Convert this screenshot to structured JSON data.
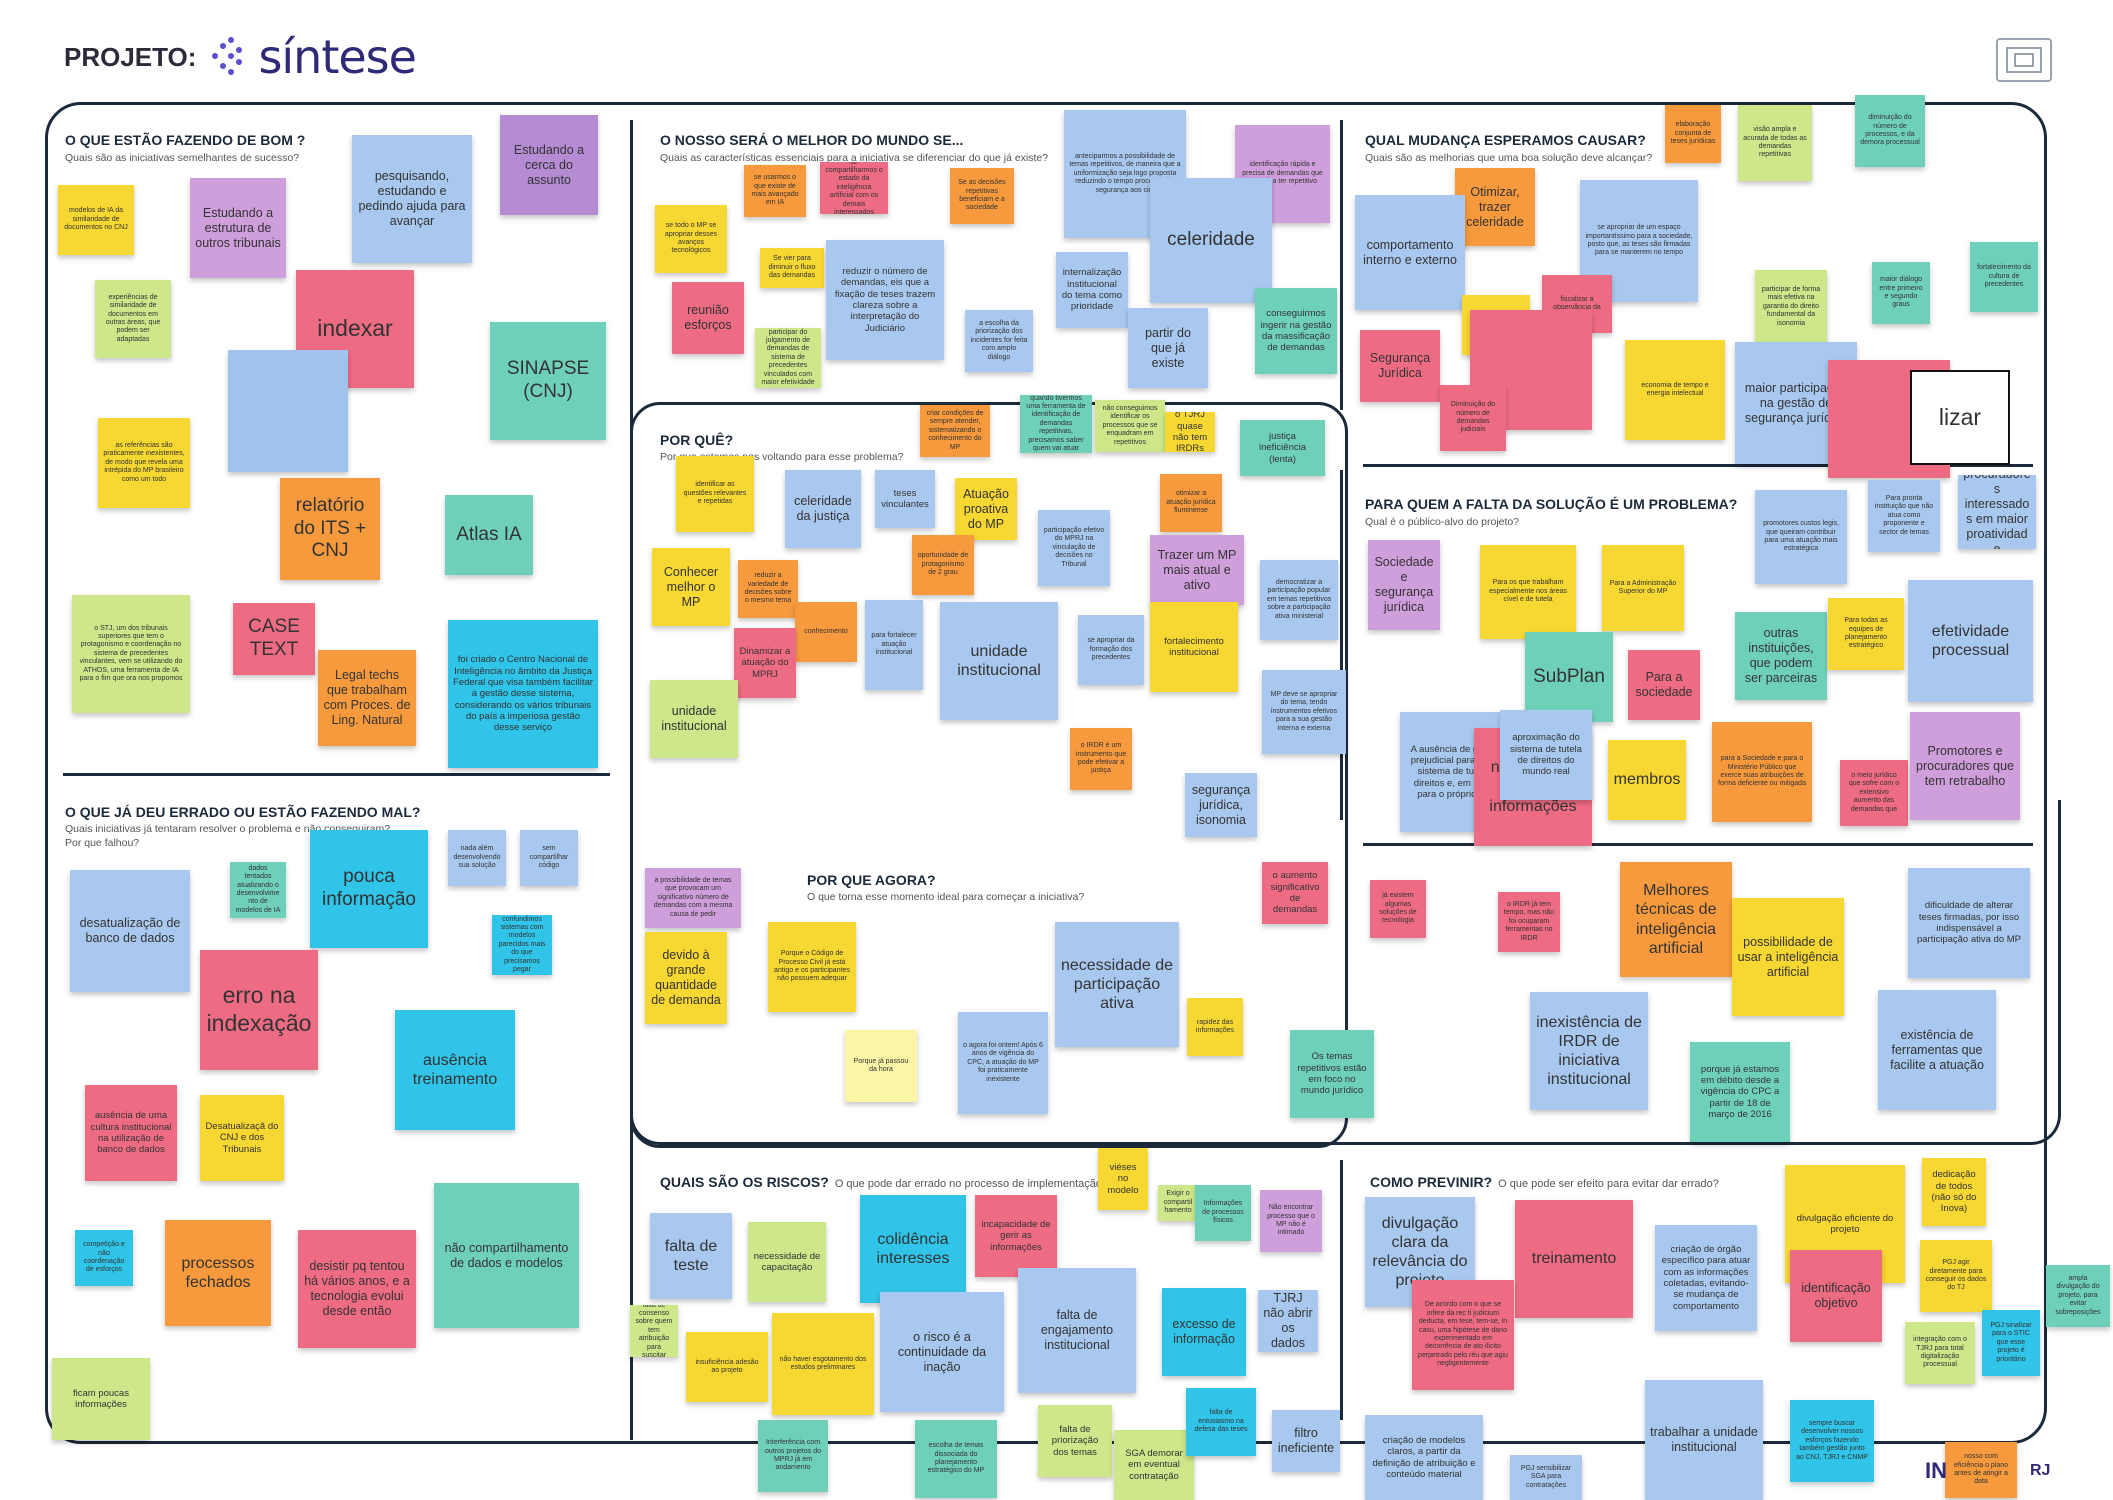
{
  "header": {
    "project_label": "PROJETO:",
    "brand_name": "síntese"
  },
  "sections": [
    {
      "id": "s1",
      "title": "O QUE ESTÃO FAZENDO DE BOM ?",
      "subtitle": "Quais são as iniciativas semelhantes de sucesso?"
    },
    {
      "id": "s2",
      "title": "O QUE JÁ DEU ERRADO OU ESTÃO FAZENDO MAL?",
      "subtitle": "Quais iniciativas já tentaram resolver o problema e não conseguiram?",
      "subtitle2": "Por que falhou?"
    },
    {
      "id": "s3",
      "title": "O NOSSO SERÁ O MELHOR DO MUNDO SE...",
      "subtitle": "Quais as características essenciais para a iniciativa se diferenciar do que já existe?"
    },
    {
      "id": "s4",
      "title": "POR QUÊ?",
      "subtitle": "Por que estamos nos voltando para esse problema?"
    },
    {
      "id": "s5",
      "title": "POR QUE AGORA?",
      "subtitle": "O que torna esse momento ideal para começar a iniciativa?"
    },
    {
      "id": "s6",
      "title": "QUAL MUDANÇA ESPERAMOS CAUSAR?",
      "subtitle": "Quais são as melhorias que uma boa solução deve alcançar?"
    },
    {
      "id": "s7",
      "title": "PARA QUEM A FALTA DA SOLUÇÃO É UM PROBLEMA?",
      "subtitle": "Qual é o público-alvo do projeto?"
    },
    {
      "id": "s8",
      "title": "QUAIS SÃO OS RISCOS?",
      "subtitle": "O que pode dar errado no processo de implementação?"
    },
    {
      "id": "s9",
      "title": "COMO PREVINIR?",
      "subtitle": "O que pode ser efeito para evitar dar errado?"
    }
  ],
  "notes": [
    {
      "text": "modelos de IA da similaridade de documentos no CNJ",
      "color": "#f7d731"
    },
    {
      "text": "Estudando a estrutura de outros tribunais",
      "color": "#cf9fdc"
    },
    {
      "text": "pesquisando, estudando e pedindo ajuda para avançar",
      "color": "#a9c8ef"
    },
    {
      "text": "Estudando a cerca do assunto",
      "color": "#b58bd3"
    },
    {
      "text": "experiências de similaridade de documentos em outras áreas, que podem ser adaptadas",
      "color": "#cde78a"
    },
    {
      "text": "indexar",
      "color": "#ee6b84"
    },
    {
      "text": "",
      "color": "#9fc2ef"
    },
    {
      "text": "SINAPSE (CNJ)",
      "color": "#6fd0b9"
    },
    {
      "text": "as referências são praticamente inexistentes, de modo que revela uma intrépida do MP brasileiro como um todo",
      "color": "#f7d731"
    },
    {
      "text": "relatório do ITS + CNJ",
      "color": "#f79a3e"
    },
    {
      "text": "Atlas IA",
      "color": "#6fd0b9"
    },
    {
      "text": "o STJ, um dos tribunais superiores que tem o protagonismo e coordenação no sistema de precedentes vinculantes, vem se utilizando do ATHOS, uma ferramenta de IA para o fim que ora nos propomos",
      "color": "#cde78a"
    },
    {
      "text": "CASE TEXT",
      "color": "#ee6b84"
    },
    {
      "text": "Legal techs que trabalham com Proces. de Ling. Natural",
      "color": "#f79a3e"
    },
    {
      "text": "foi criado o Centro Nacional de Inteligência no âmbito da Justiça Federal que visa também facilitar a gestão desse sistema, considerando os vários tribunais do país a imperiosa gestão desse serviço",
      "color": "#2fc4e8"
    },
    {
      "text": "desatualização de banco de dados",
      "color": "#a9c8ef"
    },
    {
      "text": "dados tentados atualizando o desenvolvimento de modelos de IA",
      "color": "#6fd0b9"
    },
    {
      "text": "pouca informação",
      "color": "#2fc4e8"
    },
    {
      "text": "nada além desenvolvendo sua solução",
      "color": "#a9c8ef"
    },
    {
      "text": "sem compartilhar código",
      "color": "#a9c8ef"
    },
    {
      "text": "erro na indexação",
      "color": "#ee6b84"
    },
    {
      "text": "confundimos sistemas com modelos parecidos mais do que precisamos pegar",
      "color": "#2fc4e8"
    },
    {
      "text": "ausência treinamento",
      "color": "#2fc4e8"
    },
    {
      "text": "ausência de uma cultura institucional na utilização de banco de dados",
      "color": "#ee6b84"
    },
    {
      "text": "Desatualizaçã do CNJ e dos Tribunais",
      "color": "#f7d731"
    },
    {
      "text": "competição e não coordenação de esforços",
      "color": "#2fc4e8"
    },
    {
      "text": "processos fechados",
      "color": "#f79a3e"
    },
    {
      "text": "desistir pq tentou há vários anos, e a tecnologia evolui desde então",
      "color": "#ee6b84"
    },
    {
      "text": "não compartilhamento de dados e modelos",
      "color": "#6fd0b9"
    },
    {
      "text": "ficam poucas informações",
      "color": "#cde78a"
    },
    {
      "text": "se usarmos o que existe de mais avançado em IA",
      "color": "#f79a3e"
    },
    {
      "text": "se compartilharmos o estado da inteligência artificial com os demais interessados",
      "color": "#ee6b84"
    },
    {
      "text": "anteciparmos a possibilidade de temas repetitivos, de maneira que a uniformização seja logo proposta reduzindo o tempo processual e segurança aos cid.",
      "color": "#a9c8ef"
    },
    {
      "text": "identificação rápida e precisa de demandas que vem vir a ter repetitivo",
      "color": "#cf9fdc"
    },
    {
      "text": "se todo o MP se apropriar desses avanços tecnológicos",
      "color": "#f7d731"
    },
    {
      "text": "Se as decisões repetitivas beneficiam e a sociedade",
      "color": "#f79a3e"
    },
    {
      "text": "Se vier para diminuir o fluxo das demandas",
      "color": "#f7d731"
    },
    {
      "text": "reduzir o número de demandas, eis que a fixação de teses trazem clareza sobre a interpretação do Judiciário",
      "color": "#a9c8ef"
    },
    {
      "text": "celeridade",
      "color": "#a9c8ef"
    },
    {
      "text": "internalização institucional do tema como prioridade",
      "color": "#a9c8ef"
    },
    {
      "text": "reunião esforços",
      "color": "#ee6b84"
    },
    {
      "text": "participar do julgamento de demandas de sistema de precedentes vinculados com maior efetividade",
      "color": "#cde78a"
    },
    {
      "text": "a escolha da priorização dos incidentes for feita com amplo diálogo",
      "color": "#a9c8ef"
    },
    {
      "text": "partir do que já existe",
      "color": "#a9c8ef"
    },
    {
      "text": "conseguirmos ingerir na gestão da massificação de demandas",
      "color": "#6fd0b9"
    },
    {
      "text": "criar condições de sempre atender, sistematizando o conhecimento do MP",
      "color": "#f79a3e"
    },
    {
      "text": "quando tivermos uma ferramenta de identificação de demandas repetitivas, precisamos saber quem vai atuar",
      "color": "#6fd0b9"
    },
    {
      "text": "não conseguimos identificar os processos que se enquadram em repetitivos",
      "color": "#cde78a"
    },
    {
      "text": "o TJRJ quase não tem IRDRs",
      "color": "#f7d731"
    },
    {
      "text": "justiça ineficiência (lenta)",
      "color": "#6fd0b9"
    },
    {
      "text": "identificar as questões relevantes e repetidas",
      "color": "#f7d731"
    },
    {
      "text": "celeridade da justiça",
      "color": "#a9c8ef"
    },
    {
      "text": "teses vinculantes",
      "color": "#a9c8ef"
    },
    {
      "text": "Atuação proativa do MP",
      "color": "#f7d731"
    },
    {
      "text": "participação efetivo do MPRJ na vinculação de decisões no Tribunal",
      "color": "#a9c8ef"
    },
    {
      "text": "otimizar a atuação jurídica fluminense",
      "color": "#f79a3e"
    },
    {
      "text": "Conhecer melhor o MP",
      "color": "#f7d731"
    },
    {
      "text": "reduzir a variedade de decisões sobre o mesmo tema",
      "color": "#f79a3e"
    },
    {
      "text": "oportunidade de protagonismo de 2 grau",
      "color": "#f79a3e"
    },
    {
      "text": "Trazer um MP mais atual e ativo",
      "color": "#cf9fdc"
    },
    {
      "text": "democratizar a participação popular em temas repetitivos sobre a participação ativa ministerial",
      "color": "#a9c8ef"
    },
    {
      "text": "conhecimento",
      "color": "#f79a3e"
    },
    {
      "text": "para fortalecer atuação institucional",
      "color": "#a9c8ef"
    },
    {
      "text": "unidade institucional",
      "color": "#a9c8ef"
    },
    {
      "text": "se apropriar da formação dos precedentes",
      "color": "#a9c8ef"
    },
    {
      "text": "fortalecimento institucional",
      "color": "#f7d731"
    },
    {
      "text": "Dinamizar a atuação do MPRJ",
      "color": "#ee6b84"
    },
    {
      "text": "unidade institucional",
      "color": "#cde78a"
    },
    {
      "text": "MP deve se apropriar do tema, tendo instrumentos efetivos para a sua gestão interna e externa",
      "color": "#a9c8ef"
    },
    {
      "text": "o IRDR é um instrumento que pode efetivar a justiça",
      "color": "#f79a3e"
    },
    {
      "text": "segurança jurídica, isonomia",
      "color": "#a9c8ef"
    },
    {
      "text": "a possibilidade de temas que provocam um significativo número de demandas com a mesma causa de pedir",
      "color": "#cf9fdc"
    },
    {
      "text": "devido à grande quantidade de demanda",
      "color": "#f7d731"
    },
    {
      "text": "Porque o Código de Processo Civil já está antigo e os participantes não possuem adequar",
      "color": "#f7d731"
    },
    {
      "text": "necessidade de participação ativa",
      "color": "#a9c8ef"
    },
    {
      "text": "o aumento significativo de demandas",
      "color": "#ee6b84"
    },
    {
      "text": "rapidez das informações",
      "color": "#f7d731"
    },
    {
      "text": "Porque já passou da hora",
      "color": "#fbf5a6"
    },
    {
      "text": "o agora foi ontem! Após 6 anos de vigência do CPC, a atuação do MP foi praticamente inexistente",
      "color": "#a9c8ef"
    },
    {
      "text": "Os temas repetitivos estão em foco no mundo jurídico",
      "color": "#6fd0b9"
    },
    {
      "text": "elaboração conjunta de teses jurídicas",
      "color": "#f79a3e"
    },
    {
      "text": "visão ampla e acurada de todas as demandas repetitivas",
      "color": "#cde78a"
    },
    {
      "text": "diminuição do número de processos, e da demora processual",
      "color": "#6fd0b9"
    },
    {
      "text": "Otimizar, trazer celeridade",
      "color": "#f79a3e"
    },
    {
      "text": "comportamento interno e externo",
      "color": "#a9c8ef"
    },
    {
      "text": "se apropriar de um espaço importantíssimo para a sociedade, posto que, as teses são firmadas para se manterem no tempo",
      "color": "#a9c8ef"
    },
    {
      "text": "fortalecimento da cultura de precedentes",
      "color": "#6fd0b9"
    },
    {
      "text": "fiscalizar a observância da",
      "color": "#ee6b84"
    },
    {
      "text": "participar de forma mais efetiva na garantia do direito fundamental da isonomia",
      "color": "#cde78a"
    },
    {
      "text": "maior diálogo entre primeiro e segundo graus",
      "color": "#6fd0b9"
    },
    {
      "text": "",
      "color": "#f7d731"
    },
    {
      "text": "",
      "color": "#ee6b84"
    },
    {
      "text": "Segurança Jurídica",
      "color": "#ee6b84"
    },
    {
      "text": "economia de tempo e energia intelectual",
      "color": "#f7d731"
    },
    {
      "text": "maior participação na gestão de segurança jurídica",
      "color": "#a9c8ef"
    },
    {
      "text": "Diminuição do número de demandas judiciais",
      "color": "#ee6b84"
    },
    {
      "text": "",
      "color": "#ee6b84"
    },
    {
      "text": "lizar",
      "color": "#ffffff"
    },
    {
      "text": "Sociedade e segurança jurídica",
      "color": "#cf9fdc"
    },
    {
      "text": "Para os que trabalham especialmente nos áreas cível e de tutela",
      "color": "#f7d731"
    },
    {
      "text": "Para a Administração Superior do MP",
      "color": "#f7d731"
    },
    {
      "text": "promotores custos legis, que queiram contribuir para uma atuação mais estratégica",
      "color": "#a9c8ef"
    },
    {
      "text": "Para pronta instituição que não atua como proponente e sector de temas",
      "color": "#a9c8ef"
    },
    {
      "text": "procuradores interessados em maior proatividade",
      "color": "#a9c8ef"
    },
    {
      "text": "outras instituições, que podem ser parceiras",
      "color": "#6fd0b9"
    },
    {
      "text": "Para todas as equipes de planejamento estratégico",
      "color": "#f7d731"
    },
    {
      "text": "efetividade processual",
      "color": "#a9c8ef"
    },
    {
      "text": "SubPlan",
      "color": "#6fd0b9"
    },
    {
      "text": "Para a sociedade",
      "color": "#ee6b84"
    },
    {
      "text": "A ausência de gestão é prejudicial para o MP, o sistema de tutela de direitos e, em análise, para o próprio corpo",
      "color": "#a9c8ef"
    },
    {
      "text": "nível do MP terá informações",
      "color": "#ee6b84"
    },
    {
      "text": "aproximação do sistema de tutela de direitos do mundo real",
      "color": "#a9c8ef"
    },
    {
      "text": "membros",
      "color": "#f7d731"
    },
    {
      "text": "para a Sociedade e para o Ministério Público que exerce suas atribuições de forma deficiente ou mitigada",
      "color": "#f79a3e"
    },
    {
      "text": "o meio jurídico que sofre com o extensivo aumento das demandas que",
      "color": "#ee6b84"
    },
    {
      "text": "Promotores e procuradores que tem retrabalho",
      "color": "#cf9fdc"
    },
    {
      "text": "já existem algumas soluções de tecnologia",
      "color": "#ee6b84"
    },
    {
      "text": "o IRDR já tem tempo, mas não foi ocuparam ferramentas no IRDR",
      "color": "#ee6b84"
    },
    {
      "text": "Melhores técnicas de inteligência artificial",
      "color": "#f79a3e"
    },
    {
      "text": "possibilidade de usar a inteligência artificial",
      "color": "#f7d731"
    },
    {
      "text": "dificuldade de alterar teses firmadas, por isso indispensável a participação ativa do MP",
      "color": "#a9c8ef"
    },
    {
      "text": "inexistência de IRDR de iniciativa institucional",
      "color": "#a9c8ef"
    },
    {
      "text": "porque já estamos em débito desde a vigência do CPC a partir de 18 de março de 2016",
      "color": "#6fd0b9"
    },
    {
      "text": "existência de ferramentas que facilite a atuação",
      "color": "#a9c8ef"
    },
    {
      "text": "falta de teste",
      "color": "#a9c8ef"
    },
    {
      "text": "necessidade de capacitação",
      "color": "#cde78a"
    },
    {
      "text": "colidência interesses",
      "color": "#2fc4e8"
    },
    {
      "text": "incapacidade de gerir as informações",
      "color": "#ee6b84"
    },
    {
      "text": "viéses no modelo",
      "color": "#f7d731"
    },
    {
      "text": "Exigir o compartilhamento",
      "color": "#cde78a"
    },
    {
      "text": "Informações de processos físicos",
      "color": "#6fd0b9"
    },
    {
      "text": "Não encontrar processo que o MP não é intimado",
      "color": "#cf9fdc"
    },
    {
      "text": "falta de consenso sobre quem tem atribuição para suscitar",
      "color": "#cde78a"
    },
    {
      "text": "insuficiência adesão ao projeto",
      "color": "#f7d731"
    },
    {
      "text": "não haver esgotamento dos estudos preliminares",
      "color": "#f7d731"
    },
    {
      "text": "o risco é a continuidade da inação",
      "color": "#a9c8ef"
    },
    {
      "text": "falta de engajamento institucional",
      "color": "#a9c8ef"
    },
    {
      "text": "excesso de informação",
      "color": "#2fc4e8"
    },
    {
      "text": "TJRJ não abrir os dados",
      "color": "#a9c8ef"
    },
    {
      "text": "Interferência com outros projetos do MPRJ já em andamento",
      "color": "#6fd0b9"
    },
    {
      "text": "escolha de temas dissociada do planejamento estratégico do MP",
      "color": "#6fd0b9"
    },
    {
      "text": "falta de priorização dos temas",
      "color": "#cde78a"
    },
    {
      "text": "SGA demorar em eventual contratação",
      "color": "#cde78a"
    },
    {
      "text": "falta de entusiasmo na defesa das teses",
      "color": "#2fc4e8"
    },
    {
      "text": "filtro ineficiente",
      "color": "#a9c8ef"
    },
    {
      "text": "divulgação clara da relevância do projeto",
      "color": "#a9c8ef"
    },
    {
      "text": "treinamento",
      "color": "#ee6b84"
    },
    {
      "text": "De acordo com o que se infere da rec ti judicium deducta, em tese, tem-se, in casu, uma hipótese de dano experimentado em decorrência de ato ilícito perpetrado pelo réu que agiu negligentemente",
      "color": "#ee6b84"
    },
    {
      "text": "criação de órgão específico para atuar com as informações coletadas, evitando-se mudança de comportamento",
      "color": "#a9c8ef"
    },
    {
      "text": "divulgação eficiente do projeto",
      "color": "#f7d731"
    },
    {
      "text": "dedicação de todos (não só do Inova)",
      "color": "#f7d731"
    },
    {
      "text": "identificação objetivo",
      "color": "#ee6b84"
    },
    {
      "text": "PGJ agir diretamente para conseguir os dados do TJ",
      "color": "#f7d731"
    },
    {
      "text": "ampla divulgação do projeto, para evitar sobreposições",
      "color": "#6fd0b9"
    },
    {
      "text": "integração com o TJRJ para total digitalização processual",
      "color": "#cde78a"
    },
    {
      "text": "PGJ sinalizar para o STIC que esse projeto é prioritário",
      "color": "#2fc4e8"
    },
    {
      "text": "criação de modelos claros, a partir da definição de atribuição e conteúdo material",
      "color": "#a9c8ef"
    },
    {
      "text": "trabalhar a unidade institucional",
      "color": "#a9c8ef"
    },
    {
      "text": "sempre buscar desenvolver nossos esforços fazendo também gestão junto ao CNJ, TJRJ e CNMP",
      "color": "#2fc4e8"
    },
    {
      "text": "PGJ sensibilizar SGA para contratações",
      "color": "#a9c8ef"
    },
    {
      "text": "nosso com eficiência o plano antes de atingir a data",
      "color": "#f79a3e"
    }
  ],
  "footer": {
    "brand_fragment": "IN",
    "brand_suffix": "RJ"
  }
}
